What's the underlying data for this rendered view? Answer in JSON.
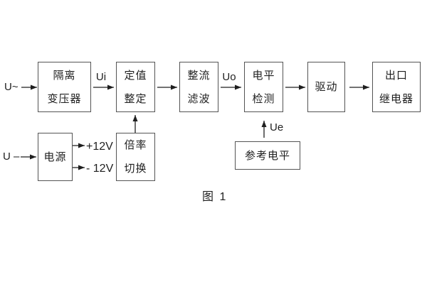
{
  "diagram": {
    "caption": "图 1",
    "signals": {
      "input_ac": "U~",
      "input_dc": "U –",
      "ui": "Ui",
      "uo": "Uo",
      "ue": "Ue",
      "rail_pos": "+12V",
      "rail_neg": "- 12V"
    },
    "boxes": {
      "isolation_transformer": {
        "line1": "隔离",
        "line2": "变压器"
      },
      "setting": {
        "line1": "定值",
        "line2": "整定"
      },
      "rectifier_filter": {
        "line1": "整流",
        "line2": "滤波"
      },
      "level_detection": {
        "line1": "电平",
        "line2": "检测"
      },
      "drive": {
        "line1": "驱动"
      },
      "output_relay": {
        "line1": "出口",
        "line2": "继电器"
      },
      "power_supply": {
        "line1": "电源"
      },
      "ratio_switch": {
        "line1": "倍率",
        "line2": "切换"
      },
      "reference_level": {
        "line1": "参考电平"
      }
    }
  }
}
